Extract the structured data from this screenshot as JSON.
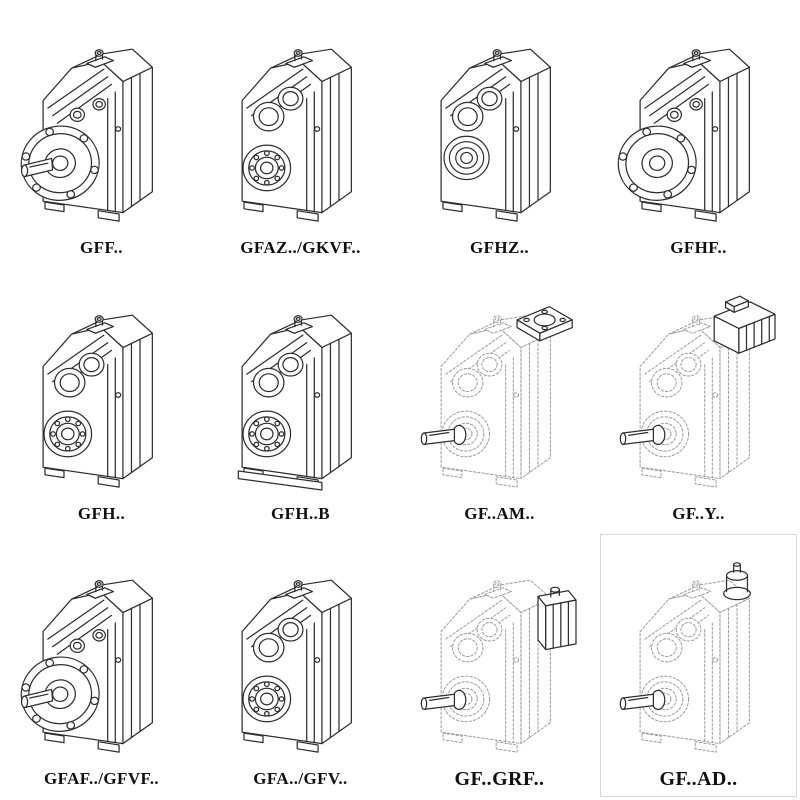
{
  "page": {
    "background": "#ffffff",
    "line_color": "#2e2e2e",
    "phantom_line_color": "#9b9b9b",
    "label_color": "#101010"
  },
  "items": [
    {
      "label": "GFF..",
      "drawing": "flange-mounted-gearbox-solid"
    },
    {
      "label": "GFAZ../GKVF..",
      "drawing": "hollow-shaft-gearbox-solid"
    },
    {
      "label": "GFHZ..",
      "drawing": "hollow-shaft-gearbox-solid"
    },
    {
      "label": "GFHF..",
      "drawing": "flange-mounted-gearbox-solid"
    },
    {
      "label": "GFH..",
      "drawing": "hollow-shaft-shrink-disc-gearbox-solid"
    },
    {
      "label": "GFH..B",
      "drawing": "hollow-shaft-foot-gearbox-solid"
    },
    {
      "label": "GF..AM..",
      "drawing": "iec-adapter-flange-gearbox-phantom"
    },
    {
      "label": "GF..Y..",
      "drawing": "motor-mounted-gearbox-phantom"
    },
    {
      "label": "GFAF../GFVF..",
      "drawing": "flange-mounted-gearbox-solid"
    },
    {
      "label": "GFA../GFV..",
      "drawing": "hollow-shaft-gearbox-solid"
    },
    {
      "label": "GF..GRF..",
      "drawing": "ribbed-adapter-gearbox-phantom"
    },
    {
      "label": "GF..AD..",
      "drawing": "input-shaft-adapter-gearbox-phantom"
    }
  ]
}
